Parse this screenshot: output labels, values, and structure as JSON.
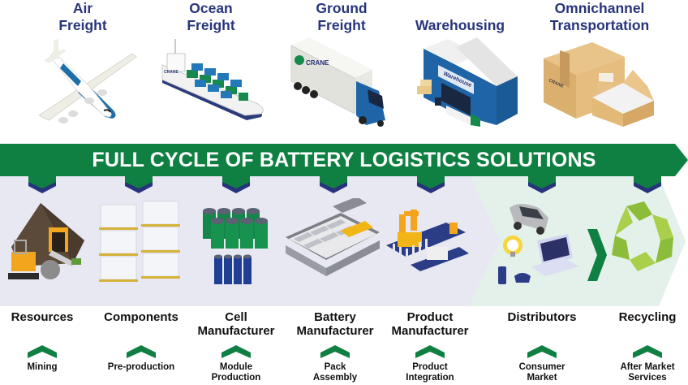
{
  "colors": {
    "title_navy": "#28357a",
    "banner_green": "#0f8042",
    "tab_navy": "#27337a",
    "stage_bg": "#e8e8f2",
    "post_stage_bg": "#e3f1ea",
    "text_dark": "#111111"
  },
  "services": [
    {
      "label": "Air Freight",
      "line1": "Air",
      "line2": "Freight",
      "icon": "airplane-icon"
    },
    {
      "label": "Ocean Freight",
      "line1": "Ocean",
      "line2": "Freight",
      "icon": "cargo-ship-icon"
    },
    {
      "label": "Ground Freight",
      "line1": "Ground",
      "line2": "Freight",
      "icon": "truck-icon"
    },
    {
      "label": "Warehousing",
      "line1": "",
      "line2": "Warehousing",
      "icon": "warehouse-icon",
      "sign": "Warehouse"
    },
    {
      "label": "Omnichannel Transportation",
      "line1": "Omnichannel",
      "line2": "Transportation",
      "icon": "boxes-icon"
    }
  ],
  "brand_label": "CRANE",
  "banner": {
    "title": "FULL CYCLE OF BATTERY LOGISTICS SOLUTIONS"
  },
  "stages": [
    {
      "title1": "Resources",
      "title2": "",
      "sub1": "Mining",
      "sub2": "",
      "icon": "mine-icon"
    },
    {
      "title1": "Components",
      "title2": "",
      "sub1": "Pre-production",
      "sub2": "",
      "icon": "pallets-icon"
    },
    {
      "title1": "Cell",
      "title2": "Manufacturer",
      "sub1": "Module",
      "sub2": "Production",
      "icon": "battery-cells-icon"
    },
    {
      "title1": "Battery",
      "title2": "Manufacturer",
      "sub1": "Pack",
      "sub2": "Assembly",
      "icon": "battery-pack-icon"
    },
    {
      "title1": "Product",
      "title2": "Manufacturer",
      "sub1": "Product",
      "sub2": "Integration",
      "icon": "robot-factory-icon"
    },
    {
      "title1": "Distributors",
      "title2": "",
      "sub1": "Consumer",
      "sub2": "Market",
      "icon": "consumer-products-icon"
    },
    {
      "title1": "Recycling",
      "title2": "",
      "sub1": "After Market",
      "sub2": "Services",
      "icon": "recycle-icon"
    }
  ]
}
